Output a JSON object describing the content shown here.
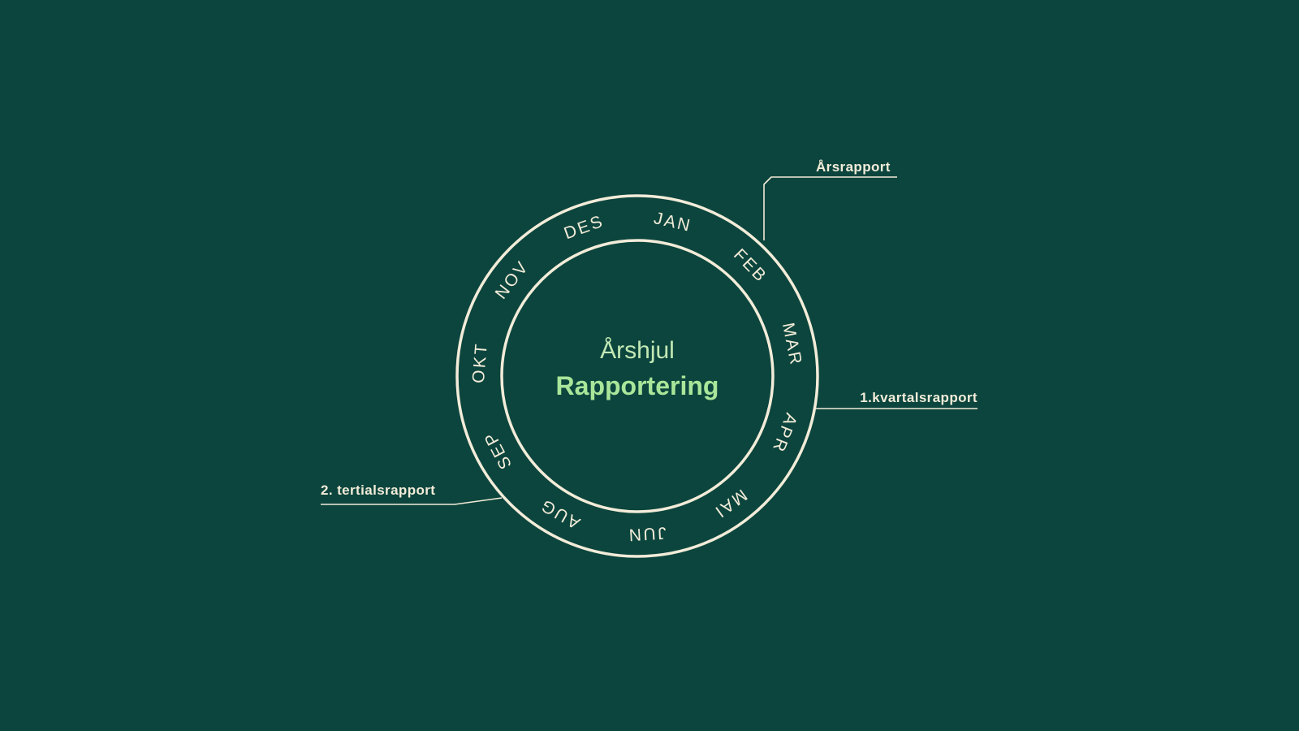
{
  "colors": {
    "background": "#0c453d",
    "ring_and_text": "#f2ecd9",
    "title_light_green": "#c2e8b4",
    "title_accent_green": "#a9e69a"
  },
  "wheel": {
    "title": "Årshjul",
    "subtitle": "Rapportering",
    "months": [
      "JAN",
      "FEB",
      "MAR",
      "APR",
      "MAI",
      "JUN",
      "AUG",
      "SEP",
      "OKT",
      "NOV",
      "DES"
    ]
  },
  "annotations": [
    {
      "label": "Årsrapport"
    },
    {
      "label": "1.kvartalsrapport"
    },
    {
      "label": "2. tertialsrapport"
    }
  ]
}
